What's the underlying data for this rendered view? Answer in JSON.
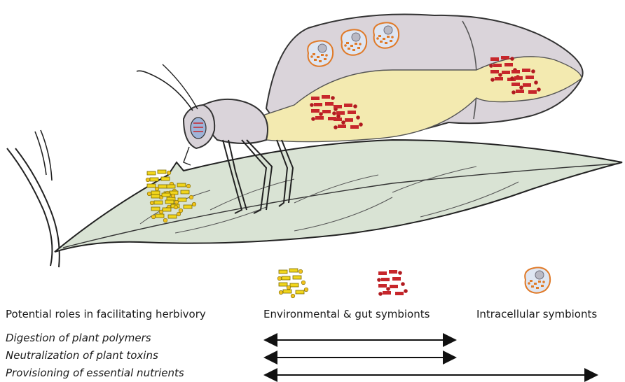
{
  "legend": {
    "header": "Potential roles in facilitating herbivory",
    "env_gut_label": "Environmental & gut symbionts",
    "intracellular_label": "Intracellular symbionts"
  },
  "roles": [
    {
      "label": "Digestion of plant polymers",
      "spans": [
        "environmental-gut"
      ]
    },
    {
      "label": "Neutralization of plant toxins",
      "spans": [
        "environmental-gut"
      ]
    },
    {
      "label": "Provisioning of essential nutrients",
      "spans": [
        "environmental-gut",
        "intracellular"
      ]
    }
  ],
  "colors": {
    "environmental_symbionts": "#f1d51c",
    "gut_symbionts": "#c7262b",
    "intracellular_symbionts": "#e07a28",
    "leaf": "#d9e3d4",
    "gut": "#f3eab0",
    "insect_body": "#dad4da"
  }
}
